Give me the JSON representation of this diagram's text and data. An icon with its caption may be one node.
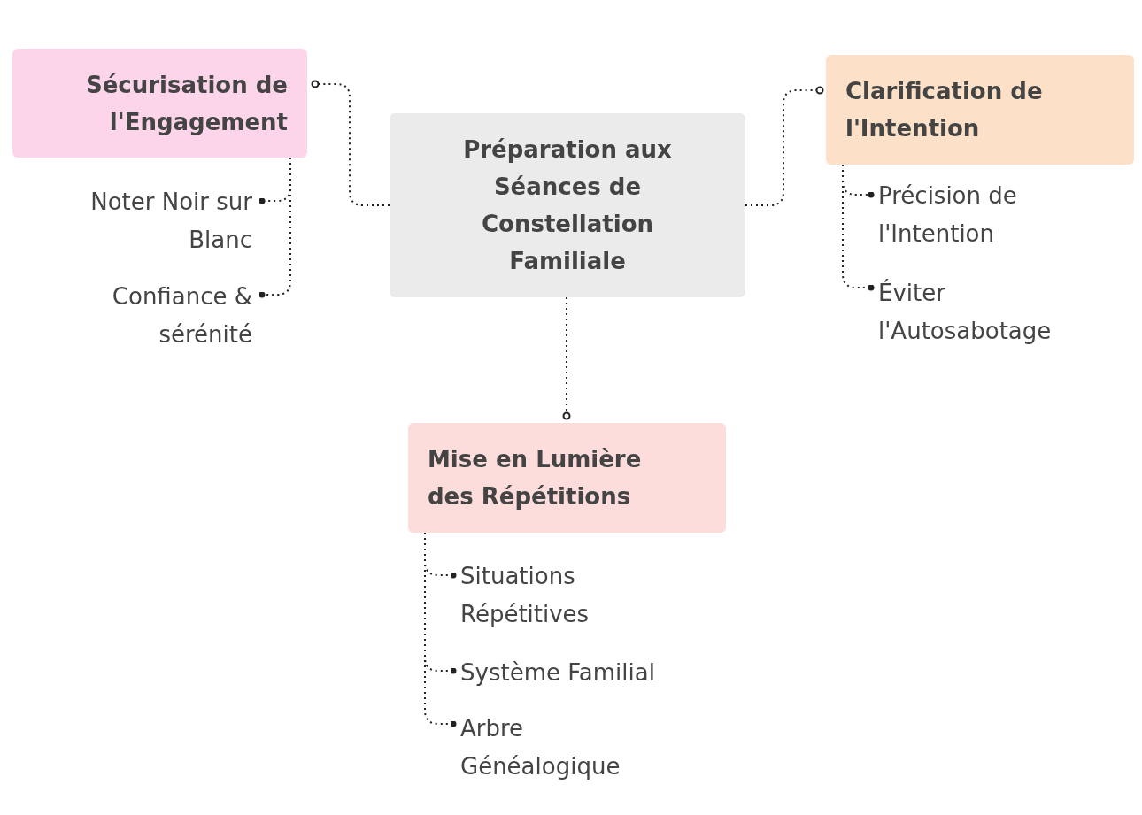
{
  "diagram": {
    "nodes": [
      {
        "text": [
          "Préparation aux Séances de Constellation Familiale"
        ]
      },
      {
        "text": [
          "Sécurisation de l'Engagement"
        ]
      },
      {
        "text": [
          "Noter Noir sur Blanc"
        ]
      },
      {
        "text": [
          "Confiance & sérénité"
        ]
      },
      {
        "text": [
          "Clarification de l'Intention"
        ]
      },
      {
        "text": [
          "Précision de l'Intention"
        ]
      },
      {
        "text": [
          "Éviter l'Autosabotage"
        ]
      },
      {
        "text": [
          "Mise en Lumière des Répétitions"
        ]
      },
      {
        "text": [
          "Situations Répétitives"
        ]
      },
      {
        "text": [
          "Système Familial"
        ]
      },
      {
        "text": [
          "Arbre Généalogique"
        ]
      }
    ],
    "edges": [
      {
        "from": 0,
        "to": 1,
        "arrow": "other"
      },
      {
        "from": 1,
        "to": 2,
        "arrow": "other"
      },
      {
        "from": 1,
        "to": 3,
        "arrow": "other"
      },
      {
        "from": 0,
        "to": 4,
        "arrow": "other"
      },
      {
        "from": 4,
        "to": 5,
        "arrow": "other"
      },
      {
        "from": 4,
        "to": 6,
        "arrow": "other"
      },
      {
        "from": 0,
        "to": 7,
        "arrow": "other"
      },
      {
        "from": 7,
        "to": 8,
        "arrow": "other"
      },
      {
        "from": 7,
        "to": 9,
        "arrow": "other"
      },
      {
        "from": 7,
        "to": 10,
        "arrow": "other"
      }
    ]
  }
}
